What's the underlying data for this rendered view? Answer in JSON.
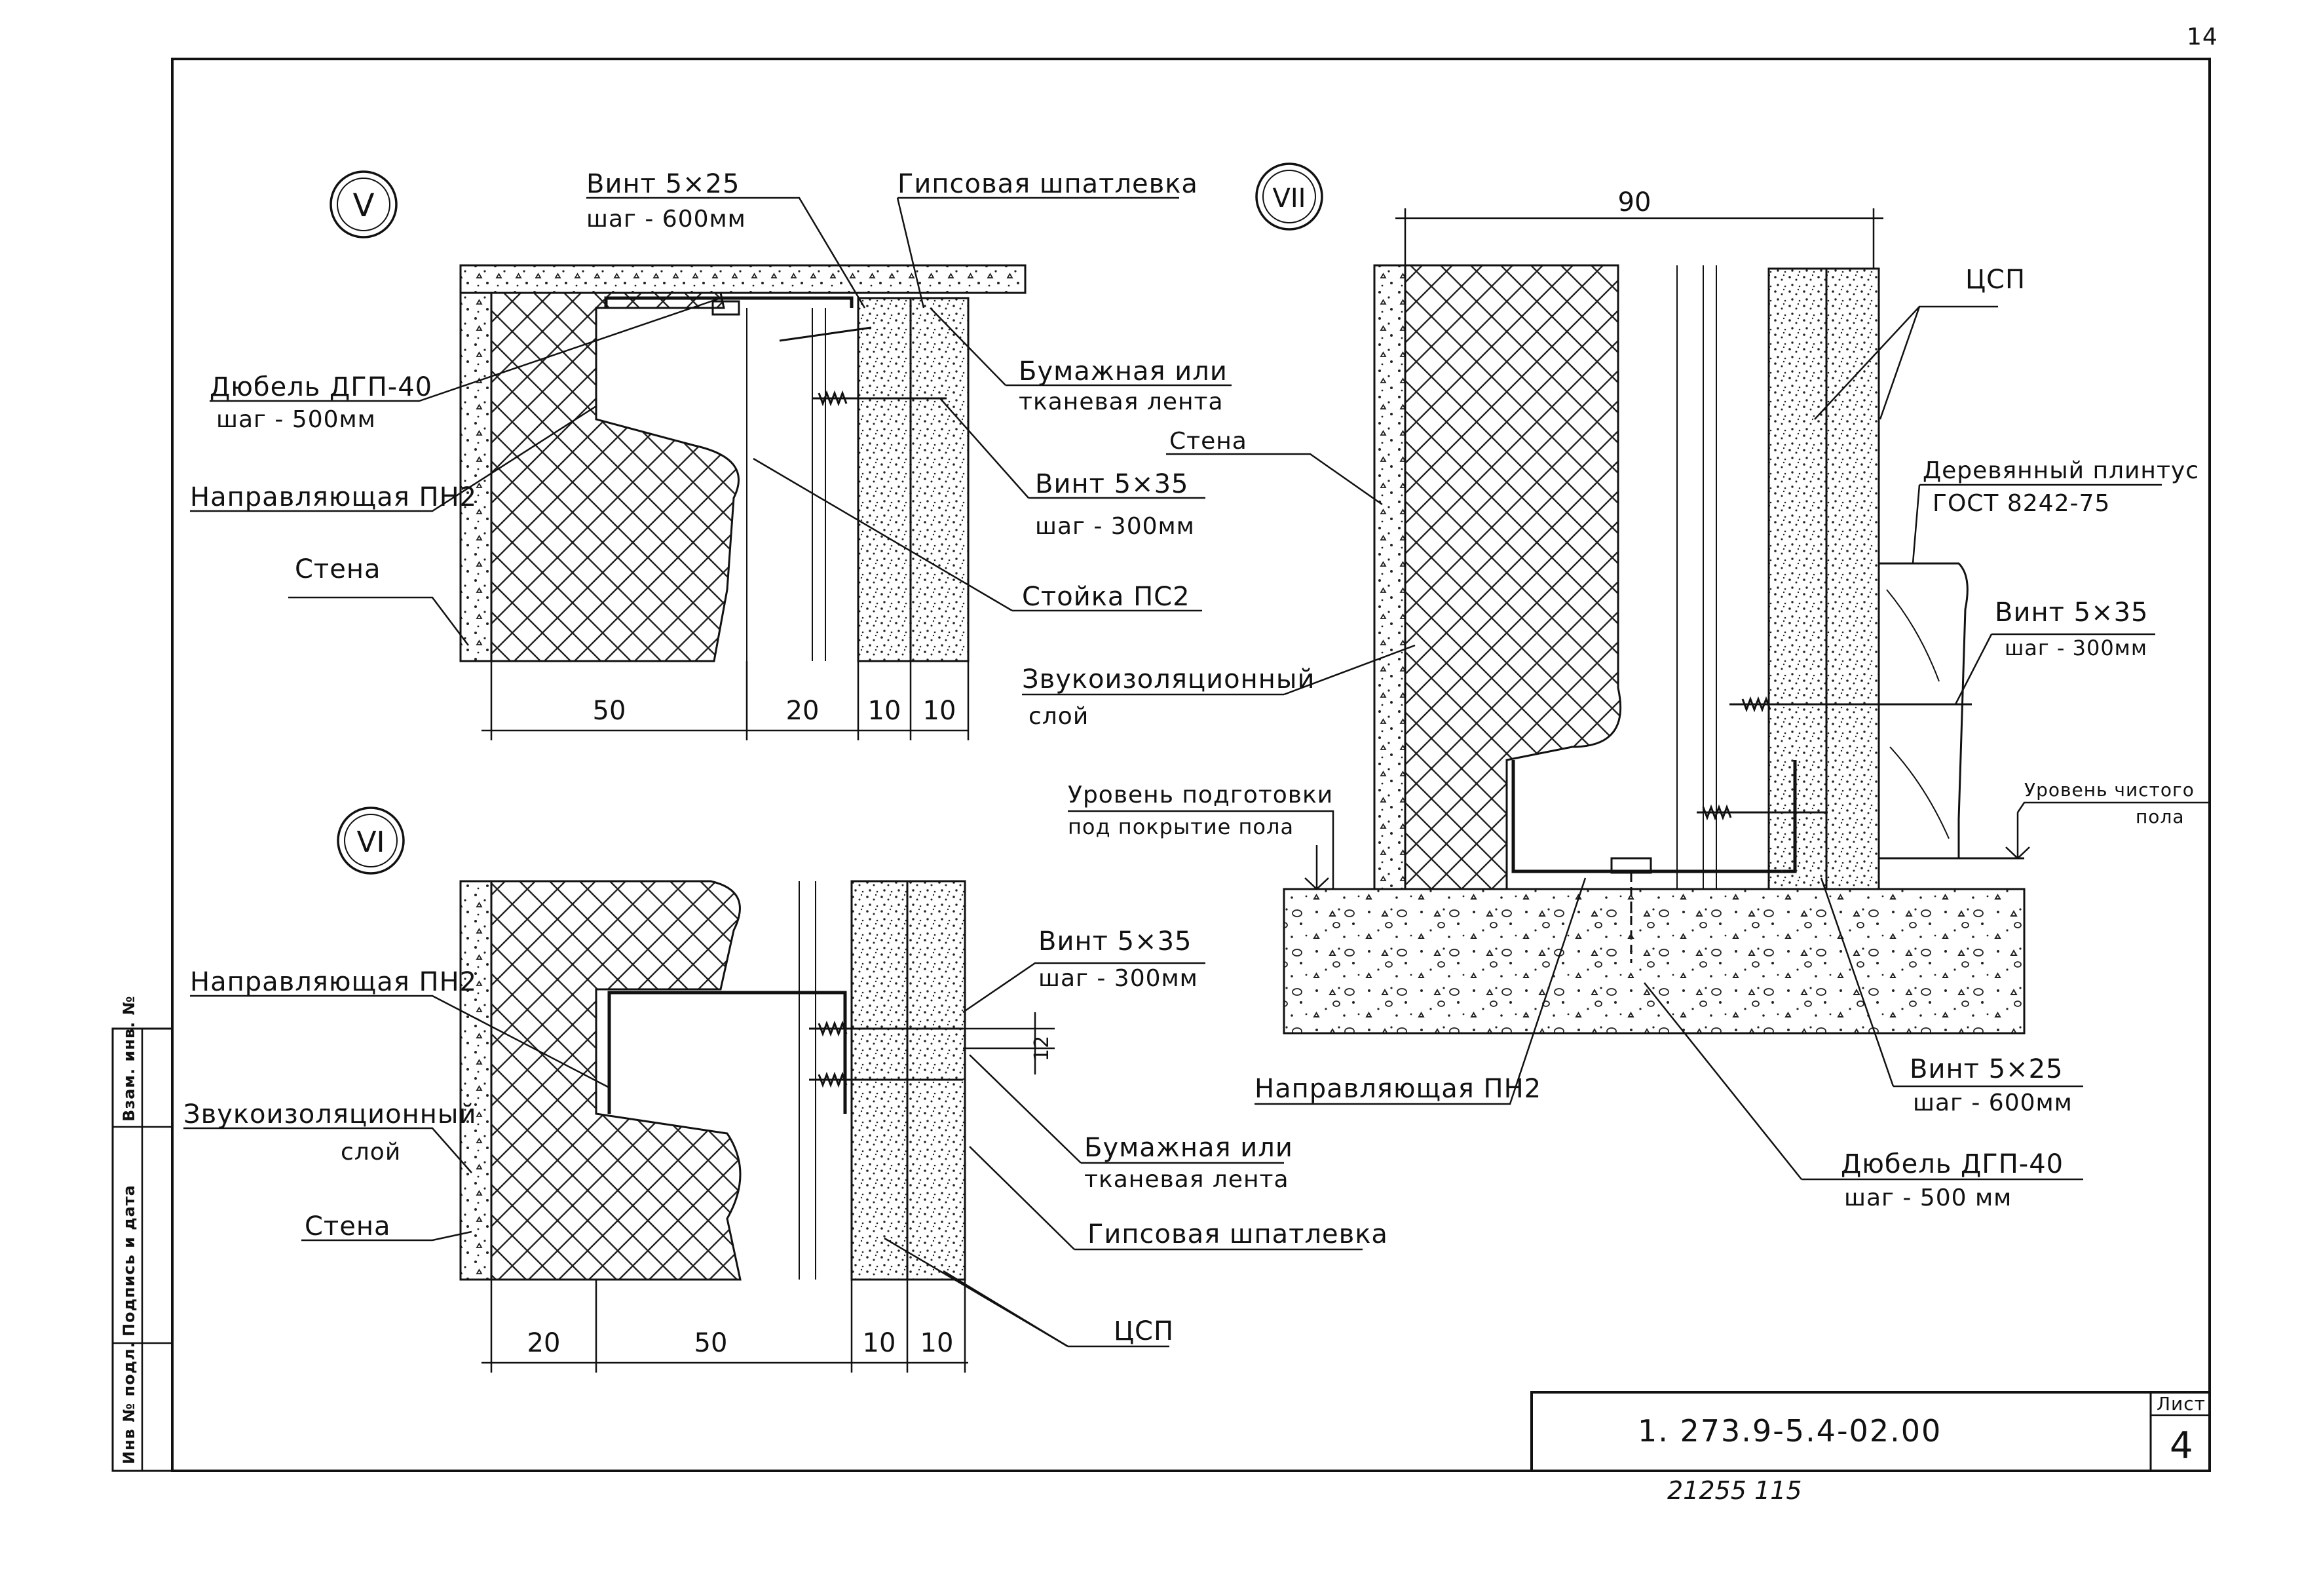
{
  "sheet": {
    "corner_mark": "14",
    "stamp_code": "1. 273.9-5.4-02.00",
    "sheet_label": "Лист",
    "sheet_number": "4",
    "handwritten_note": "21255   115",
    "side_block": [
      "Инв № подл.",
      "Подпись и дата",
      "Взам. инв. №"
    ]
  },
  "detail_v": {
    "marker": "V",
    "labels": {
      "screw_top": "Винт  5×25",
      "screw_top_step": "шаг - 600мм",
      "plaster": "Гипсовая шпатлевка",
      "dowel": "Дюбель ДГП-40",
      "dowel_step": "шаг - 500мм",
      "tape_1": "Бумажная  или",
      "tape_2": "тканевая лента",
      "guide": "Направляющая ПН2",
      "screw_side": "Винт 5×35",
      "screw_side_step": "шаг - 300мм",
      "wall": "Стена",
      "stud": "Стойка ПС2"
    },
    "dims": [
      "50",
      "20",
      "10",
      "10"
    ]
  },
  "detail_vi": {
    "marker": "VI",
    "labels": {
      "screw": "Винт 5×35",
      "screw_step": "шаг - 300мм",
      "guide": "Направляющая ПН2",
      "insulation_1": "Звукоизоляционный",
      "insulation_2": "слой",
      "wall": "Стена",
      "tape_1": "Бумажная  или",
      "tape_2": "тканевая лента",
      "plaster": "Гипсовая шпатлевка",
      "csp": "ЦСП",
      "gap": "12"
    },
    "dims": [
      "20",
      "50",
      "10",
      "10"
    ]
  },
  "detail_vii": {
    "marker": "VII",
    "labels": {
      "csp": "ЦСП",
      "wall": "Стена",
      "plinth_1": "Деревянный плинтус",
      "plinth_2": "ГОСТ 8242-75",
      "screw_plinth": "Винт  5×35",
      "screw_plinth_step": "шаг - 300мм",
      "insulation_1": "Звукоизоляционный",
      "insulation_2": "слой",
      "prep_1": "Уровень подготовки",
      "prep_2": "под покрытие пола",
      "finish_1": "Уровень чистого",
      "finish_2": "пола",
      "guide": "Направляющая ПН2",
      "screw_bottom": "Винт  5×25",
      "screw_bottom_step": "шаг - 600мм",
      "dowel": "Дюбель ДГП-40",
      "dowel_step": "шаг - 500 мм"
    },
    "dims": [
      "90"
    ]
  }
}
